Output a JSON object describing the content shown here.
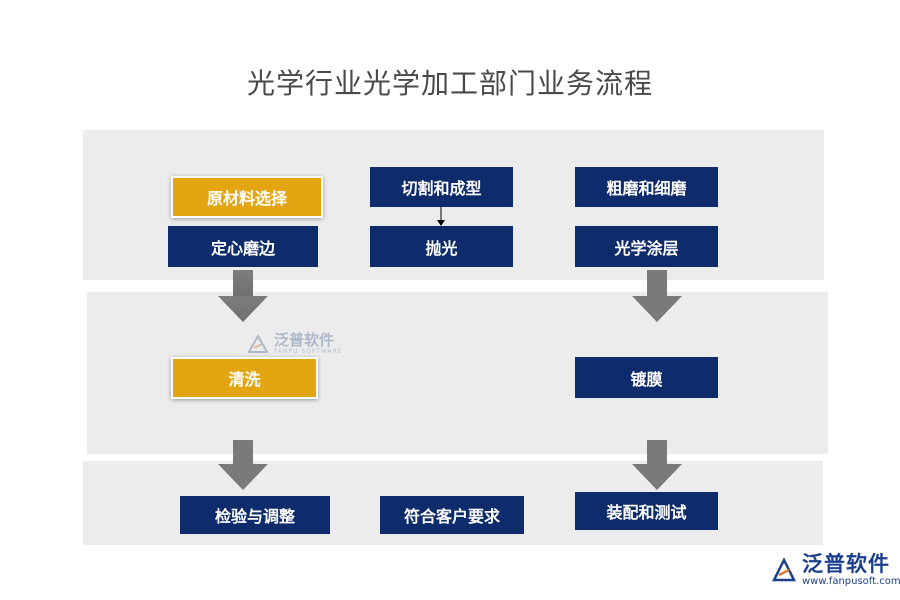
{
  "title": "光学行业光学加工部门业务流程",
  "steps": {
    "raw_material": "原材料选择",
    "centering": "定心磨边",
    "cutting": "切割和成型",
    "polishing": "抛光",
    "grinding": "粗磨和细磨",
    "coating": "光学涂层",
    "cleaning": "清洗",
    "film_plating": "镀膜",
    "inspection": "检验与调整",
    "requirements": "符合客户要求",
    "assembly": "装配和测试"
  },
  "watermark": {
    "name": "泛普软件",
    "sub": "FANPU SOFTWARE"
  },
  "logo": {
    "name": "泛普软件",
    "url": "www.fanpusoft.com"
  },
  "colors": {
    "navy": "#0e2c6b",
    "gold": "#e3a612",
    "band": "#ececec",
    "arrow": "#8a8a8a"
  }
}
